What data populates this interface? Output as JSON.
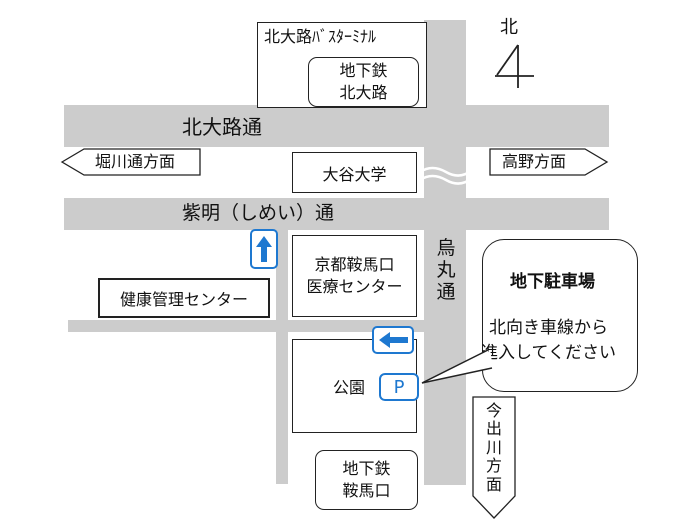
{
  "map": {
    "north_label": "北",
    "roads": {
      "kitaoji_dori": "北大路通",
      "shimei_dori": "紫明（しめい）通",
      "karasuma_dori": "烏丸通"
    },
    "directions": {
      "horikawa": "堀川通方面",
      "takano": "高野方面",
      "imadegawa": "今出川方面"
    },
    "places": {
      "bus_terminal": "北大路ﾊﾞｽﾀｰﾐﾅﾙ",
      "subway_kitaoji": [
        "地下鉄",
        "北大路"
      ],
      "otani_university": "大谷大学",
      "kyoto_kurama_guchi_medical": [
        "京都鞍馬口",
        "医療センター"
      ],
      "health_center": "健康管理センター",
      "park": "公園",
      "parking_symbol": "P",
      "subway_kuramaguchi": [
        "地下鉄",
        "鞍馬口"
      ]
    },
    "callout": {
      "title": "地下駐車場",
      "lines": [
        "北向き車線から",
        "進入してください"
      ]
    },
    "colors": {
      "road": "#cccccc",
      "arrow_blue": "#1e78d0",
      "parking_blue": "#1e78d0"
    }
  }
}
